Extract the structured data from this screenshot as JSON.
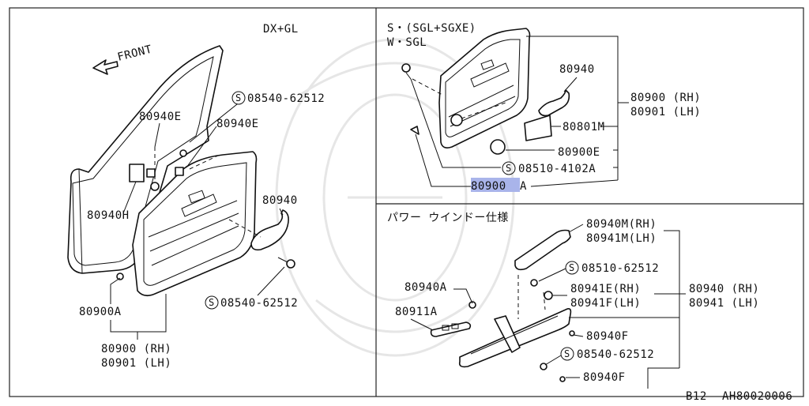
{
  "titles": {
    "left_variant": "DX+GL",
    "topright_line1": "S・(SGL+SGXE)",
    "topright_line2": "W・SGL",
    "power_window": "パワー ウインドー仕様"
  },
  "front_label": "FRONT",
  "left_panel": {
    "labels": {
      "screw_08540": "08540-62512",
      "trim_80940E_a": "80940E",
      "trim_80940E_b": "80940E",
      "trim_80940H": "80940H",
      "armrest_80940": "80940",
      "clip_80900A": "80900A",
      "screw_08540_b": "08540-62512",
      "door_rh": "80900 (RH)",
      "door_lh": "80901 (LH)"
    }
  },
  "top_right_panel": {
    "labels": {
      "armrest_80940": "80940",
      "door_rh": "80900 (RH)",
      "door_lh": "80901 (LH)",
      "pocket_80801M": "80801M",
      "cap_80900E": "80900E",
      "screw_08510": "08510-4102A",
      "clip_80900": "80900",
      "clip_suffix": "A"
    }
  },
  "bottom_right_panel": {
    "labels": {
      "cover_rh": "80940M(RH)",
      "cover_lh": "80941M(LH)",
      "screw_08510": "08510-62512",
      "cap_rh": "80941E(RH)",
      "cap_lh": "80941F(LH)",
      "arm_rh": "80940 (RH)",
      "arm_lh": "80941 (LH)",
      "clip_80940A": "80940A",
      "switch_80911A": "80911A",
      "clip_80940F_a": "80940F",
      "screw_08540": "08540-62512",
      "clip_80940F_b": "80940F"
    }
  },
  "footer": {
    "page": "B12",
    "code": "AH80020006"
  },
  "colors": {
    "highlight": "#a9b4ea",
    "line": "#111111"
  }
}
